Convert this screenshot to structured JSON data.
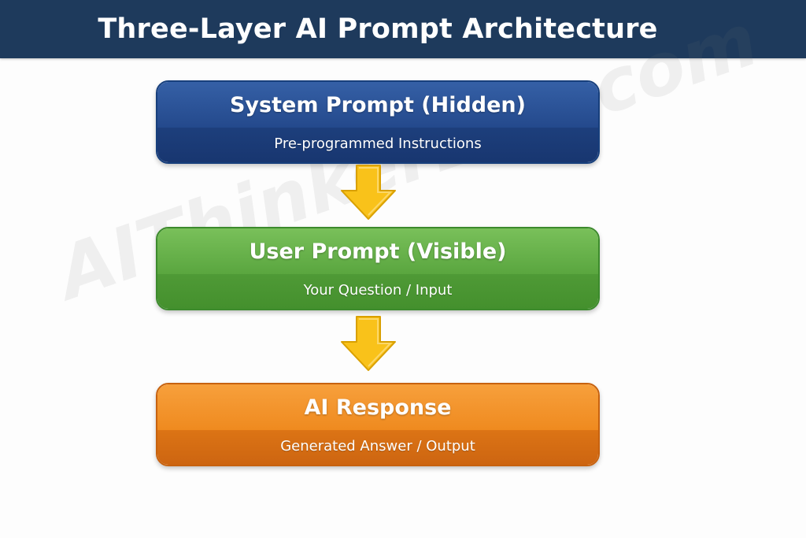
{
  "header": {
    "title": "Three-Layer AI Prompt Architecture"
  },
  "watermark": {
    "text": "AIThinkerLab.com"
  },
  "layers": [
    {
      "title": "System Prompt (Hidden)",
      "subtitle": "Pre-programmed Instructions",
      "color": "#24498c"
    },
    {
      "title": "User Prompt (Visible)",
      "subtitle": "Your Question / Input",
      "color": "#5aa63f"
    },
    {
      "title": "AI Response",
      "subtitle": "Generated Answer / Output",
      "color": "#ef8a1f"
    }
  ],
  "colors": {
    "header_bg": "#1e3a5c",
    "arrow": "#f9c21a"
  },
  "icons": {
    "flow_arrow": "arrow-down-icon"
  }
}
